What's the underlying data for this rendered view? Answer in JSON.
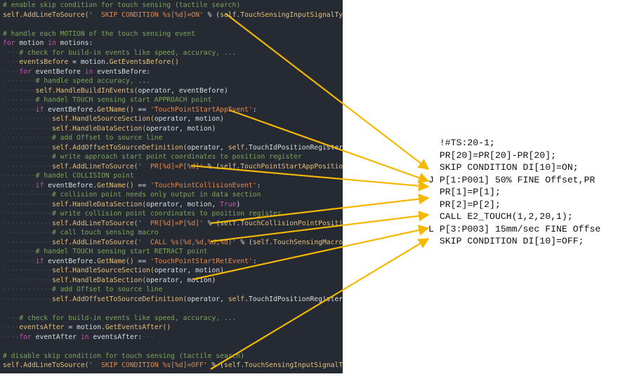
{
  "code": {
    "lines": [
      {
        "parts": [
          {
            "t": "# enable skip condition for touch sensing (tactile search)",
            "c": "comment"
          }
        ]
      },
      {
        "parts": [
          {
            "t": "self",
            "c": "self"
          },
          {
            "t": ".AddLineToSource(",
            "c": "fn"
          },
          {
            "t": "'  SKIP CONDITION %s[%d]=ON'",
            "c": "str"
          },
          {
            "t": " % (",
            "c": ""
          },
          {
            "t": "self",
            "c": "self"
          },
          {
            "t": ".TouchSensingInputSignalType, self",
            "c": "var"
          }
        ]
      },
      {
        "parts": [
          {
            "t": "",
            "c": ""
          }
        ]
      },
      {
        "parts": [
          {
            "t": "# handle each MOTION of the touch sensing event",
            "c": "comment"
          }
        ]
      },
      {
        "parts": [
          {
            "t": "for",
            "c": "kw"
          },
          {
            "t": " motion ",
            "c": ""
          },
          {
            "t": "in",
            "c": "kw"
          },
          {
            "t": " motions:",
            "c": ""
          }
        ]
      },
      {
        "parts": [
          {
            "t": "····",
            "c": "ws"
          },
          {
            "t": "# check for build-in events like speed, accuracy, ...",
            "c": "comment"
          }
        ]
      },
      {
        "parts": [
          {
            "t": "····",
            "c": "ws"
          },
          {
            "t": "eventsBefore",
            "c": "var"
          },
          {
            "t": " = motion.",
            "c": ""
          },
          {
            "t": "GetEventsBefore()",
            "c": "fn"
          }
        ]
      },
      {
        "parts": [
          {
            "t": "····",
            "c": "ws"
          },
          {
            "t": "for",
            "c": "kw"
          },
          {
            "t": " eventBefore ",
            "c": ""
          },
          {
            "t": "in",
            "c": "kw"
          },
          {
            "t": " eventsBefore:",
            "c": ""
          }
        ]
      },
      {
        "parts": [
          {
            "t": "········",
            "c": "ws"
          },
          {
            "t": "# handle speed accuracy, ...",
            "c": "comment"
          }
        ]
      },
      {
        "parts": [
          {
            "t": "········",
            "c": "ws"
          },
          {
            "t": "self",
            "c": "self"
          },
          {
            "t": ".HandleBuildInEvents(",
            "c": "fn"
          },
          {
            "t": "operator, eventBefore)",
            "c": ""
          }
        ]
      },
      {
        "parts": [
          {
            "t": "········",
            "c": "ws"
          },
          {
            "t": "# handel TOUCH sensing start APPROACH point",
            "c": "comment"
          }
        ]
      },
      {
        "parts": [
          {
            "t": "········",
            "c": "ws"
          },
          {
            "t": "if",
            "c": "kw"
          },
          {
            "t": " eventBefore.",
            "c": ""
          },
          {
            "t": "GetName()",
            "c": "fn"
          },
          {
            "t": " == ",
            "c": ""
          },
          {
            "t": "'TouchPointStartAppEvent'",
            "c": "str"
          },
          {
            "t": ":",
            "c": ""
          }
        ]
      },
      {
        "parts": [
          {
            "t": "············",
            "c": "ws"
          },
          {
            "t": "self",
            "c": "self"
          },
          {
            "t": ".HandleSourceSection(",
            "c": "fn"
          },
          {
            "t": "operator, motion)",
            "c": ""
          }
        ]
      },
      {
        "parts": [
          {
            "t": "············",
            "c": "ws"
          },
          {
            "t": "self",
            "c": "self"
          },
          {
            "t": ".HandleDataSection(",
            "c": "fn"
          },
          {
            "t": "operator, motion)",
            "c": ""
          }
        ]
      },
      {
        "parts": [
          {
            "t": "············",
            "c": "ws"
          },
          {
            "t": "# add Offset to source line",
            "c": "comment"
          }
        ]
      },
      {
        "parts": [
          {
            "t": "············",
            "c": "ws"
          },
          {
            "t": "self",
            "c": "self"
          },
          {
            "t": ".AddOffsetToSourceDefinition(",
            "c": "fn"
          },
          {
            "t": "operator, ",
            "c": ""
          },
          {
            "t": "self",
            "c": "self"
          },
          {
            "t": ".TouchIdPositionRegister)",
            "c": ""
          }
        ]
      },
      {
        "parts": [
          {
            "t": "············",
            "c": "ws"
          },
          {
            "t": "# write approach start point coordinates to position register",
            "c": "comment"
          }
        ]
      },
      {
        "parts": [
          {
            "t": "············",
            "c": "ws"
          },
          {
            "t": "self",
            "c": "self"
          },
          {
            "t": ".AddLineToSource(",
            "c": "fn"
          },
          {
            "t": "'  PR[%d]=P[%d]'",
            "c": "str"
          },
          {
            "t": " % (",
            "c": ""
          },
          {
            "t": "self",
            "c": "self"
          },
          {
            "t": ".TouchPointStartAppPositionRegister",
            "c": "var"
          }
        ]
      },
      {
        "parts": [
          {
            "t": "········",
            "c": "ws"
          },
          {
            "t": "# handel COLLISION point",
            "c": "comment"
          }
        ]
      },
      {
        "parts": [
          {
            "t": "········",
            "c": "ws"
          },
          {
            "t": "if",
            "c": "kw"
          },
          {
            "t": " eventBefore.",
            "c": ""
          },
          {
            "t": "GetName()",
            "c": "fn"
          },
          {
            "t": " == ",
            "c": ""
          },
          {
            "t": "'TouchPointCollisionEvent'",
            "c": "str"
          },
          {
            "t": ":",
            "c": ""
          }
        ]
      },
      {
        "parts": [
          {
            "t": "············",
            "c": "ws"
          },
          {
            "t": "# collision point needs only output in data section",
            "c": "comment"
          }
        ]
      },
      {
        "parts": [
          {
            "t": "············",
            "c": "ws"
          },
          {
            "t": "self",
            "c": "self"
          },
          {
            "t": ".HandleDataSection(",
            "c": "fn"
          },
          {
            "t": "operator, motion, ",
            "c": ""
          },
          {
            "t": "True",
            "c": "kw"
          },
          {
            "t": ")",
            "c": ""
          }
        ]
      },
      {
        "parts": [
          {
            "t": "············",
            "c": "ws"
          },
          {
            "t": "# write collision point coordinates to position register",
            "c": "comment"
          }
        ]
      },
      {
        "parts": [
          {
            "t": "············",
            "c": "ws"
          },
          {
            "t": "self",
            "c": "self"
          },
          {
            "t": ".AddLineToSource(",
            "c": "fn"
          },
          {
            "t": "'  PR[%d]=P[%d]'",
            "c": "str"
          },
          {
            "t": " % (",
            "c": ""
          },
          {
            "t": "self",
            "c": "self"
          },
          {
            "t": ".TouchCollisionPointPositionRegist",
            "c": "var"
          }
        ]
      },
      {
        "parts": [
          {
            "t": "············",
            "c": "ws"
          },
          {
            "t": "# call touch sensing macro",
            "c": "comment"
          }
        ]
      },
      {
        "parts": [
          {
            "t": "············",
            "c": "ws"
          },
          {
            "t": "self",
            "c": "self"
          },
          {
            "t": ".AddLineToSource(",
            "c": "fn"
          },
          {
            "t": "'  CALL %s(%d,%d,%d,%d)'",
            "c": "str"
          },
          {
            "t": " % (",
            "c": ""
          },
          {
            "t": "self",
            "c": "self"
          },
          {
            "t": ".TouchSensingMacroName, se",
            "c": "var"
          }
        ]
      },
      {
        "parts": [
          {
            "t": "········",
            "c": "ws"
          },
          {
            "t": "# handel TOUCH sensing start RETRACT point",
            "c": "comment"
          }
        ]
      },
      {
        "parts": [
          {
            "t": "········",
            "c": "ws"
          },
          {
            "t": "if",
            "c": "kw"
          },
          {
            "t": " eventBefore.",
            "c": ""
          },
          {
            "t": "GetName()",
            "c": "fn"
          },
          {
            "t": " == ",
            "c": ""
          },
          {
            "t": "'TouchPointStartRetEvent'",
            "c": "str"
          },
          {
            "t": ":",
            "c": ""
          }
        ]
      },
      {
        "parts": [
          {
            "t": "············",
            "c": "ws"
          },
          {
            "t": "self",
            "c": "self"
          },
          {
            "t": ".HandleSourceSection(",
            "c": "fn"
          },
          {
            "t": "operator, motion)",
            "c": ""
          }
        ]
      },
      {
        "parts": [
          {
            "t": "············",
            "c": "ws"
          },
          {
            "t": "self",
            "c": "self"
          },
          {
            "t": ".HandleDataSection(",
            "c": "fn"
          },
          {
            "t": "operator, motion)",
            "c": ""
          }
        ]
      },
      {
        "parts": [
          {
            "t": "············",
            "c": "ws"
          },
          {
            "t": "# add Offset to source line",
            "c": "comment"
          }
        ]
      },
      {
        "parts": [
          {
            "t": "············",
            "c": "ws"
          },
          {
            "t": "self",
            "c": "self"
          },
          {
            "t": ".AddOffsetToSourceDefinition(",
            "c": "fn"
          },
          {
            "t": "operator, ",
            "c": ""
          },
          {
            "t": "self",
            "c": "self"
          },
          {
            "t": ".TouchIdPositionRegister)",
            "c": ""
          }
        ]
      },
      {
        "parts": [
          {
            "t": "",
            "c": ""
          }
        ]
      },
      {
        "parts": [
          {
            "t": "····",
            "c": "ws"
          },
          {
            "t": "# check for build-in events like speed, accuracy, ...",
            "c": "comment"
          }
        ]
      },
      {
        "parts": [
          {
            "t": "····",
            "c": "ws"
          },
          {
            "t": "eventsAfter",
            "c": "var"
          },
          {
            "t": " = motion.",
            "c": ""
          },
          {
            "t": "GetEventsAfter()",
            "c": "fn"
          }
        ]
      },
      {
        "parts": [
          {
            "t": "····",
            "c": "ws"
          },
          {
            "t": "for",
            "c": "kw"
          },
          {
            "t": " eventAfter ",
            "c": ""
          },
          {
            "t": "in",
            "c": "kw"
          },
          {
            "t": " eventsAfter:",
            "c": ""
          },
          {
            "t": "···",
            "c": "ws"
          }
        ]
      },
      {
        "parts": [
          {
            "t": "",
            "c": ""
          }
        ]
      },
      {
        "parts": [
          {
            "t": "# disable skip condition for touch sensing (tactile search)",
            "c": "comment"
          }
        ]
      },
      {
        "parts": [
          {
            "t": "self",
            "c": "self"
          },
          {
            "t": ".AddLineToSource(",
            "c": "fn"
          },
          {
            "t": "'  SKIP CONDITION %s[%d]=OFF'",
            "c": "str"
          },
          {
            "t": " % (",
            "c": ""
          },
          {
            "t": "self",
            "c": "self"
          },
          {
            "t": ".TouchSensingInputSignalType, ",
            "c": "var"
          }
        ]
      }
    ]
  },
  "output": {
    "lines": [
      "  !#TS:20-1;",
      "  PR[20]=PR[20]-PR[20];",
      "  SKIP CONDITION DI[10]=ON;",
      "J P[1:P001] 50% FINE Offset,PR",
      "  PR[1]=P[1];",
      "  PR[2]=P[2];",
      "  CALL E2_TOUCH(1,2,20,1);",
      "L P[3:P003] 15mm/sec FINE Offse",
      "  SKIP CONDITION DI[10]=OFF;"
    ]
  },
  "colors": {
    "arrow": "#f5b800",
    "editor_bg": "#252a33"
  }
}
